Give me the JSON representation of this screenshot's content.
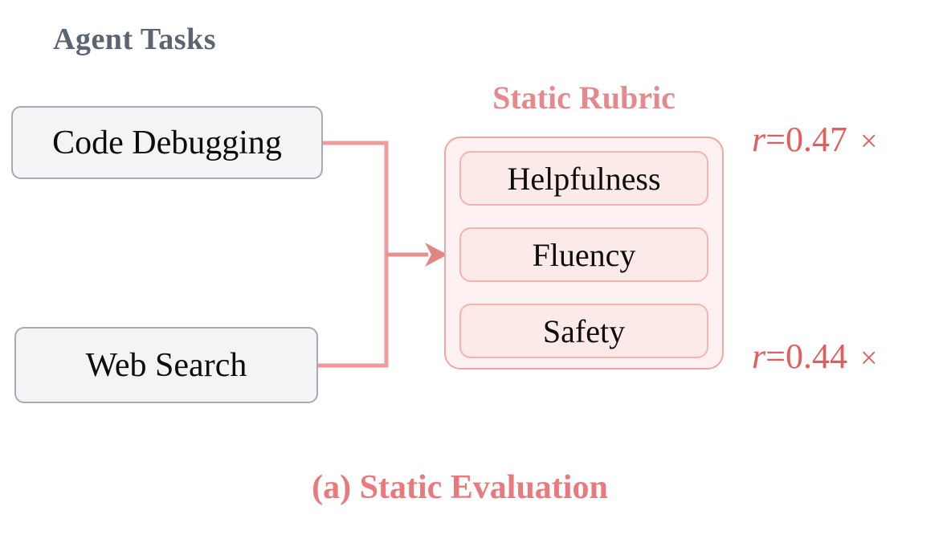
{
  "diagram": {
    "agent_section_title": "Agent Tasks",
    "tasks": [
      {
        "label": "Code Debugging"
      },
      {
        "label": "Web Search"
      }
    ],
    "rubric": {
      "title": "Static Rubric",
      "items": [
        "Helpfulness",
        "Fluency",
        "Safety"
      ]
    },
    "correlations": [
      {
        "var": "r",
        "value": "=0.47",
        "mark": "×"
      },
      {
        "var": "r",
        "value": "=0.44",
        "mark": "×"
      }
    ],
    "caption": "(a) Static Evaluation",
    "colors": {
      "agent_title": "#5b6473",
      "task_fill": "#f3f4f6",
      "task_border": "#a6abb3",
      "rubric_title": "#e5898c",
      "rubric_fill": "#fdf1f1",
      "rubric_border": "#f0a5a3",
      "rubric_item_fill": "#fbeae8",
      "rubric_item_border": "#f3b4ae",
      "connector_line": "#ee9b9b",
      "arrowhead": "#e28585",
      "correlation_text": "#e25e5e",
      "caption_text": "#e87a7e"
    }
  }
}
